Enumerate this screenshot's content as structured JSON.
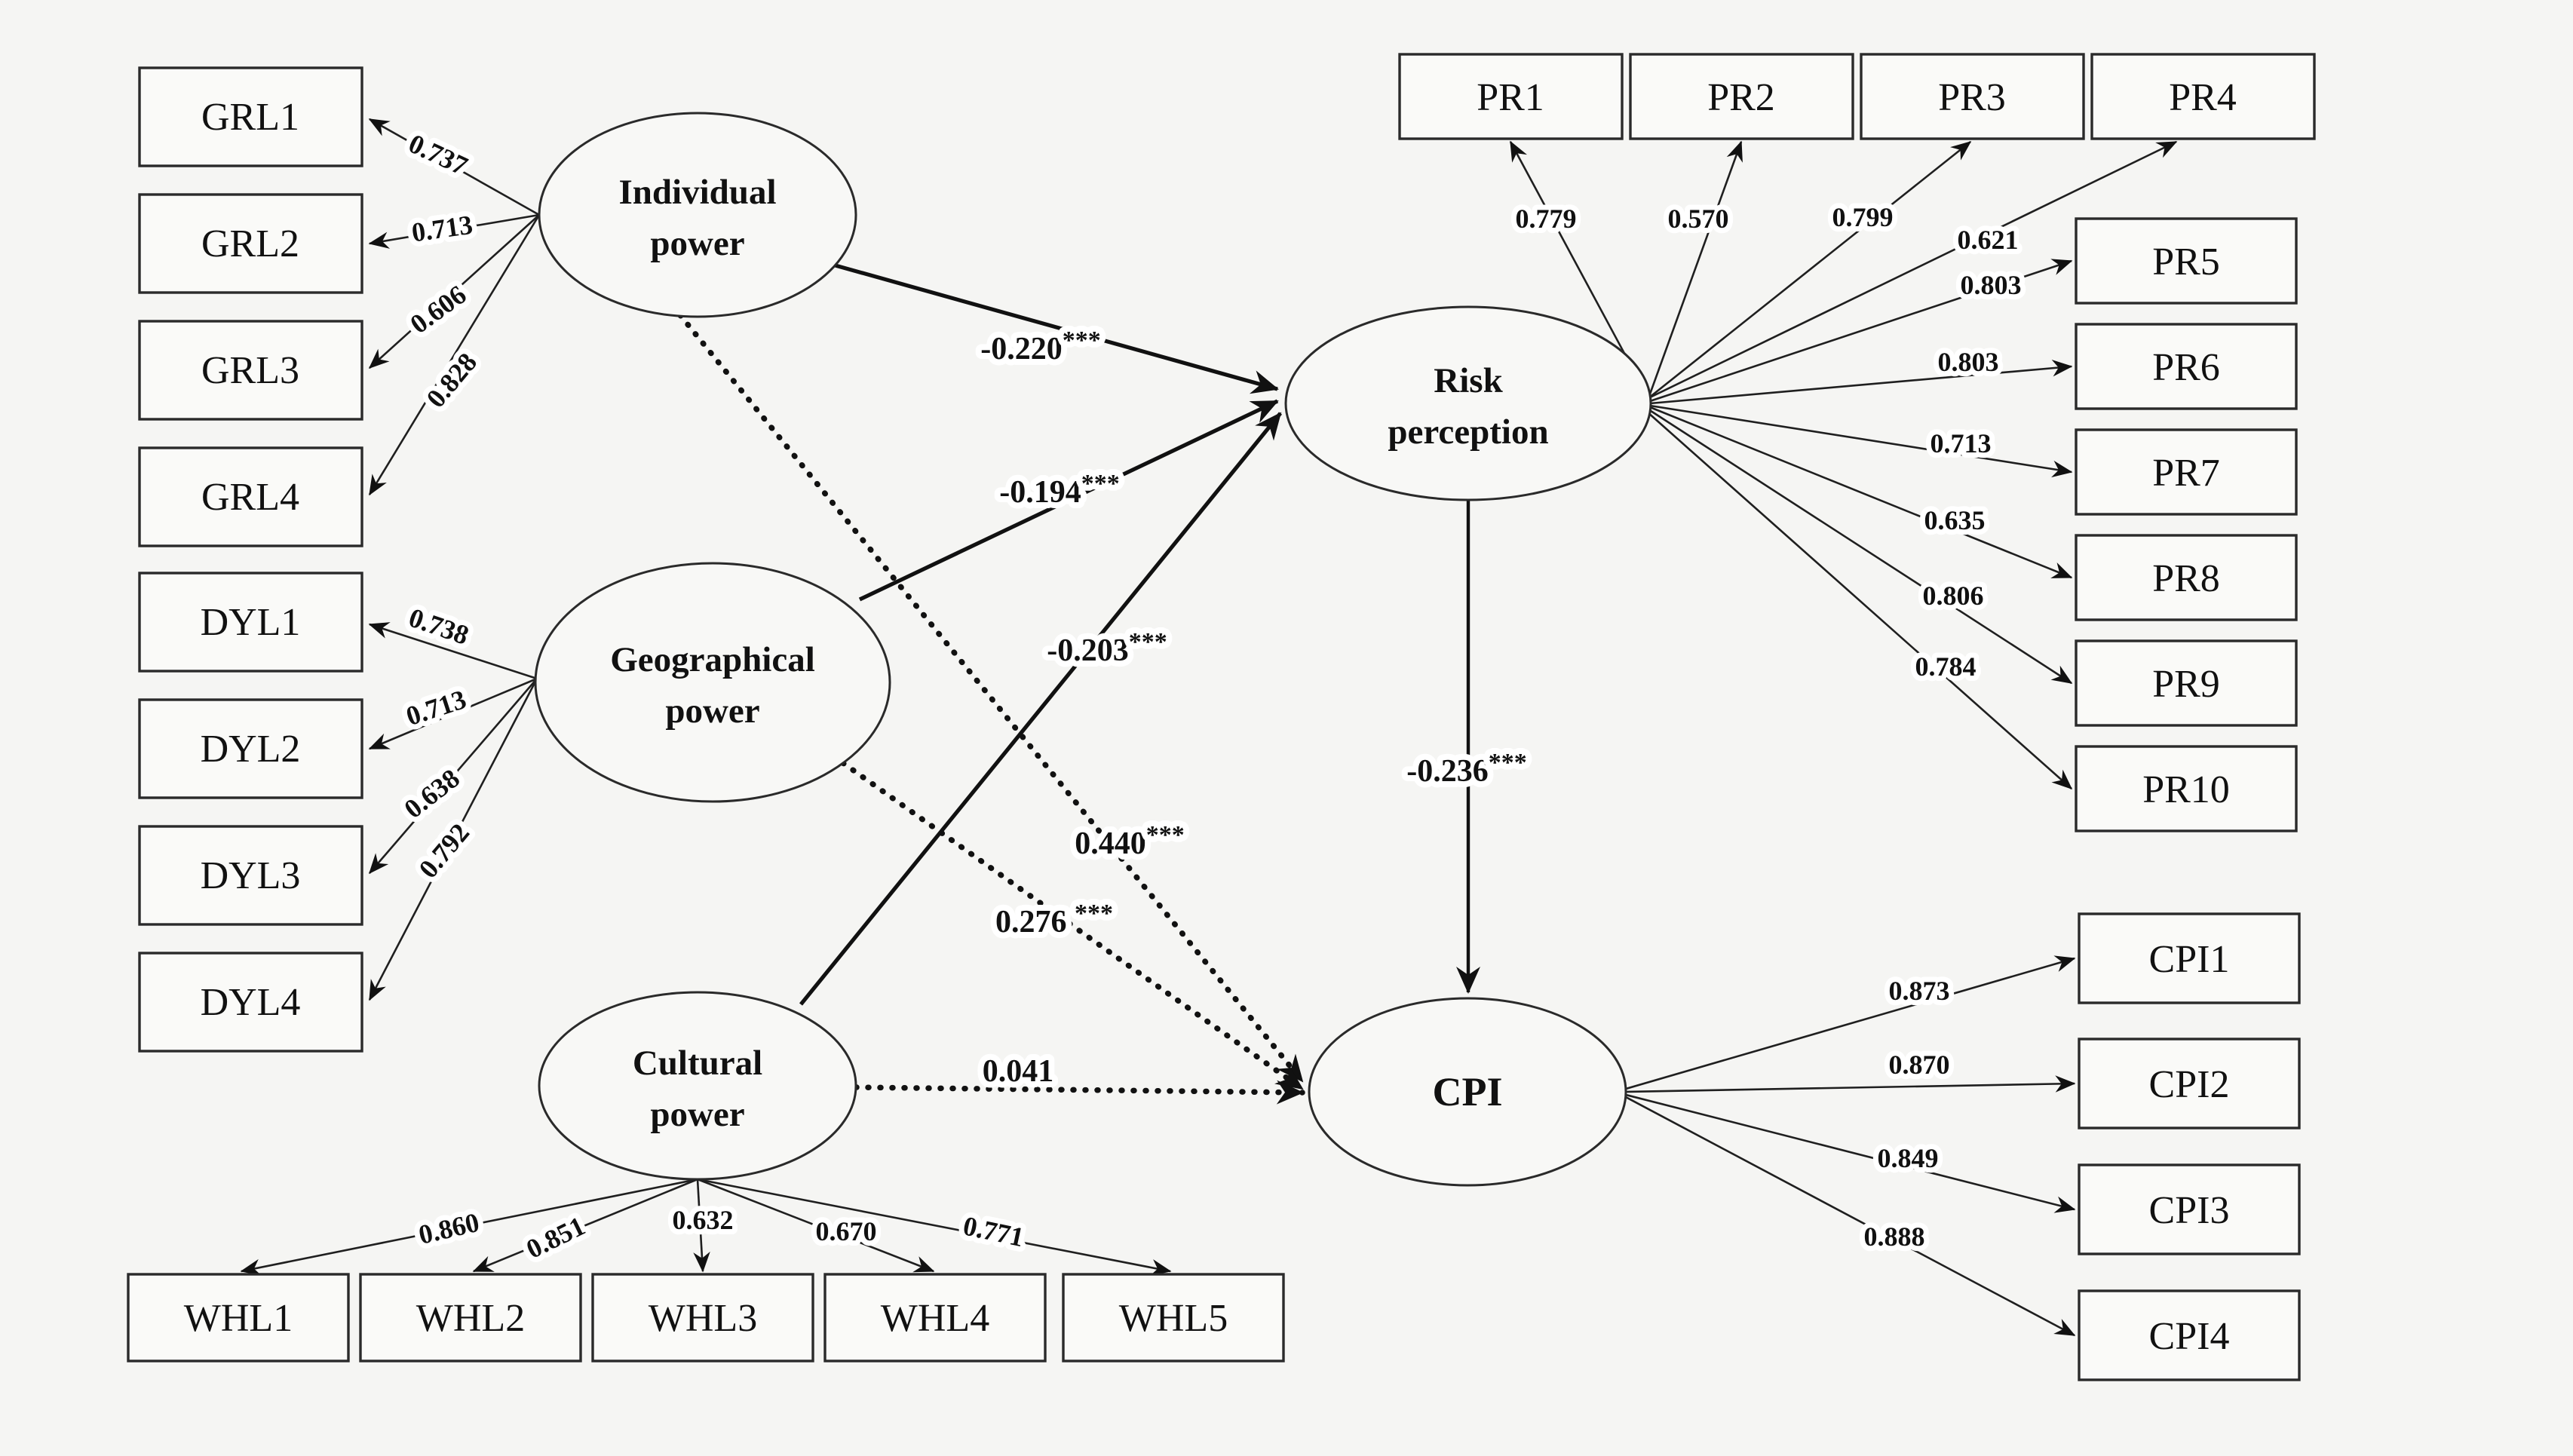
{
  "latents": {
    "individual": {
      "line1": "Individual",
      "line2": "power"
    },
    "geographical": {
      "line1": "Geographical",
      "line2": "power"
    },
    "cultural": {
      "line1": "Cultural",
      "line2": "power"
    },
    "risk": {
      "line1": "Risk",
      "line2": "perception"
    },
    "cpi": {
      "line1": "CPI",
      "line2": ""
    }
  },
  "indicators": {
    "GRL1": {
      "label": "GRL1",
      "loading": "0.737"
    },
    "GRL2": {
      "label": "GRL2",
      "loading": "0.713"
    },
    "GRL3": {
      "label": "GRL3",
      "loading": "0.606"
    },
    "GRL4": {
      "label": "GRL4",
      "loading": "0.828"
    },
    "DYL1": {
      "label": "DYL1",
      "loading": "0.738"
    },
    "DYL2": {
      "label": "DYL2",
      "loading": "0.713"
    },
    "DYL3": {
      "label": "DYL3",
      "loading": "0.638"
    },
    "DYL4": {
      "label": "DYL4",
      "loading": "0.792"
    },
    "WHL1": {
      "label": "WHL1",
      "loading": "0.860"
    },
    "WHL2": {
      "label": "WHL2",
      "loading": "0.851"
    },
    "WHL3": {
      "label": "WHL3",
      "loading": "0.632"
    },
    "WHL4": {
      "label": "WHL4",
      "loading": "0.670"
    },
    "WHL5": {
      "label": "WHL5",
      "loading": "0.771"
    },
    "PR1": {
      "label": "PR1",
      "loading": "0.779"
    },
    "PR2": {
      "label": "PR2",
      "loading": "0.570"
    },
    "PR3": {
      "label": "PR3",
      "loading": "0.799"
    },
    "PR4": {
      "label": "PR4",
      "loading": "0.621"
    },
    "PR5": {
      "label": "PR5",
      "loading": "0.803"
    },
    "PR6": {
      "label": "PR6",
      "loading": "0.803"
    },
    "PR7": {
      "label": "PR7",
      "loading": "0.713"
    },
    "PR8": {
      "label": "PR8",
      "loading": "0.635"
    },
    "PR9": {
      "label": "PR9",
      "loading": "0.806"
    },
    "PR10": {
      "label": "PR10",
      "loading": "0.784"
    },
    "CPI1": {
      "label": "CPI1",
      "loading": "0.873"
    },
    "CPI2": {
      "label": "CPI2",
      "loading": "0.870"
    },
    "CPI3": {
      "label": "CPI3",
      "loading": "0.849"
    },
    "CPI4": {
      "label": "CPI4",
      "loading": "0.888"
    }
  },
  "paths": {
    "individual_risk": {
      "coef": "-0.220",
      "stars": "***",
      "style": "solid"
    },
    "geographical_risk": {
      "coef": "-0.194",
      "stars": "***",
      "style": "solid"
    },
    "cultural_risk": {
      "coef": "-0.203",
      "stars": "***",
      "style": "solid"
    },
    "individual_cpi": {
      "coef": "0.440",
      "stars": "***",
      "style": "dotted"
    },
    "geographical_cpi": {
      "coef": "0.276 ",
      "stars": "***",
      "style": "dotted"
    },
    "cultural_cpi": {
      "coef": "0.041",
      "stars": "",
      "style": "dotted"
    },
    "risk_cpi": {
      "coef": "-0.236",
      "stars": "***",
      "style": "solid"
    }
  },
  "colors": {
    "line": "#111111",
    "box_fill": "#fafaf8",
    "background": "#f5f5f3"
  }
}
